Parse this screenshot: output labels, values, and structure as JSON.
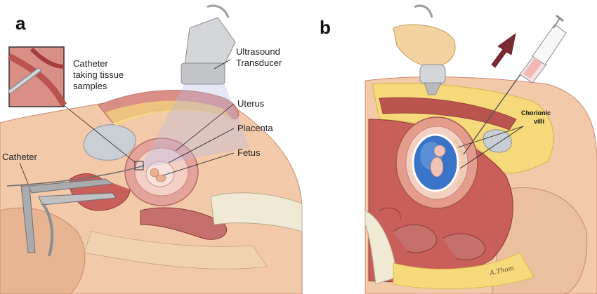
{
  "panel_a": {
    "letter": "a",
    "labels": {
      "inset": "Catheter taking tissue samples",
      "inset_lines": [
        "Catheter",
        "taking tissue",
        "samples"
      ],
      "transducer_lines": [
        "Ultrasound",
        "Transducer"
      ],
      "uterus": "Uterus",
      "placenta": "Placenta",
      "fetus": "Fetus",
      "catheter": "Catheter"
    }
  },
  "panel_b": {
    "letter": "b",
    "labels": {
      "villi_lines": [
        "Chorionic",
        "villi"
      ],
      "signature": "A.Thom"
    }
  },
  "colors": {
    "skin": "#f2c9a9",
    "skin_dark": "#e2a98a",
    "tissue": "#d98f86",
    "muscle": "#b9544f",
    "fat": "#f5d97a",
    "amniotic": "#3a74c9",
    "device": "#a9abad",
    "arrow": "#7a2a33"
  }
}
